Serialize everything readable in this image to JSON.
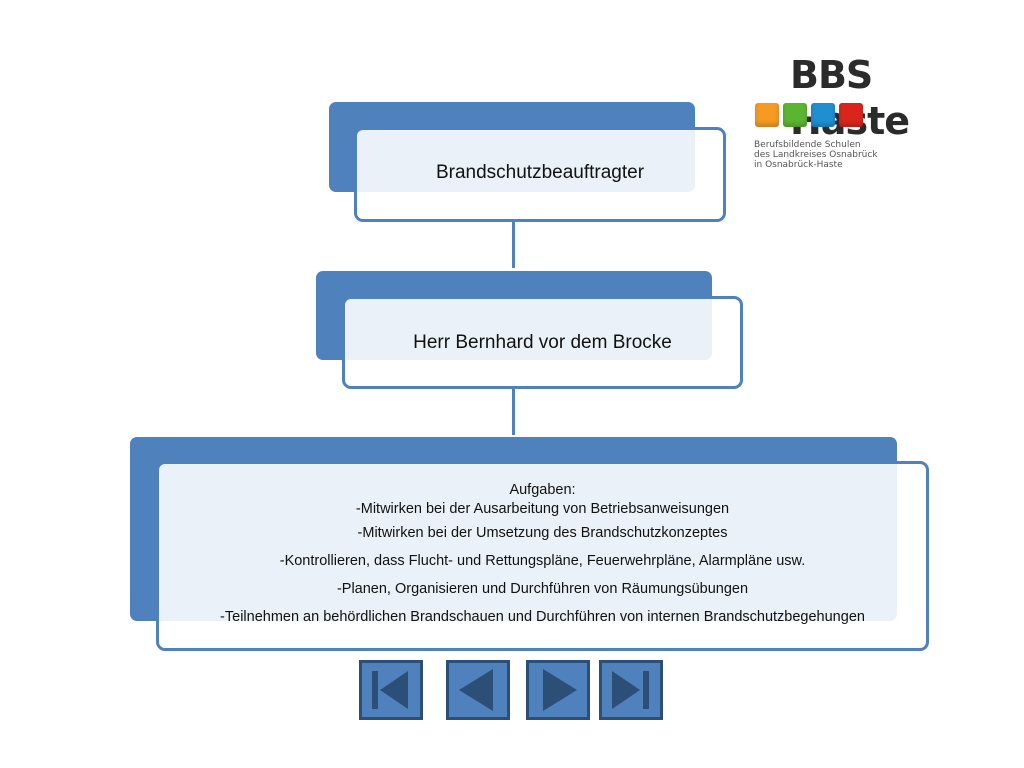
{
  "logo": {
    "title": "BBS Haste",
    "squares": [
      "#f59a23",
      "#5cb531",
      "#1f8fd1",
      "#d9261c"
    ],
    "subtitle_lines": [
      "Berufsbildende Schulen",
      "des Landkreises Osnabrück",
      "in Osnabrück-Haste"
    ]
  },
  "colors": {
    "accent": "#4f81bd",
    "accent_dark": "#2c4f78"
  },
  "hierarchy": {
    "level1": "Brandschutzbeauftragter",
    "level2": "Herr Bernhard vor dem Brocke",
    "level3": {
      "heading": "Aufgaben:",
      "items": [
        "-Mitwirken bei der Ausarbeitung von Betriebsanweisungen",
        "-Mitwirken bei der Umsetzung des Brandschutzkonzeptes",
        "-Kontrollieren, dass Flucht- und Rettungspläne, Feuerwehrpläne, Alarmpläne usw.",
        "-Planen, Organisieren und Durchführen von Räumungsübungen",
        "-Teilnehmen an behördlichen Brandschauen und Durchführen von internen Brandschutzbegehungen"
      ]
    }
  },
  "navigation": {
    "buttons": [
      "first-slide-icon",
      "previous-slide-icon",
      "next-slide-icon",
      "last-slide-icon"
    ]
  }
}
